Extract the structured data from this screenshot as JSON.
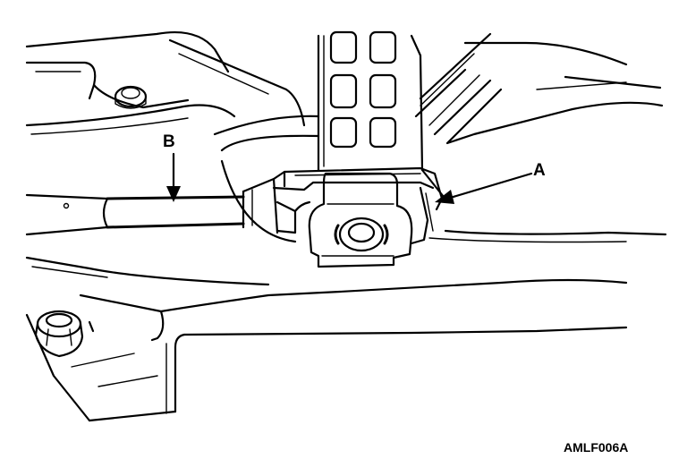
{
  "callouts": {
    "a": "A",
    "b": "B"
  },
  "figure_code": "AMLF006A"
}
